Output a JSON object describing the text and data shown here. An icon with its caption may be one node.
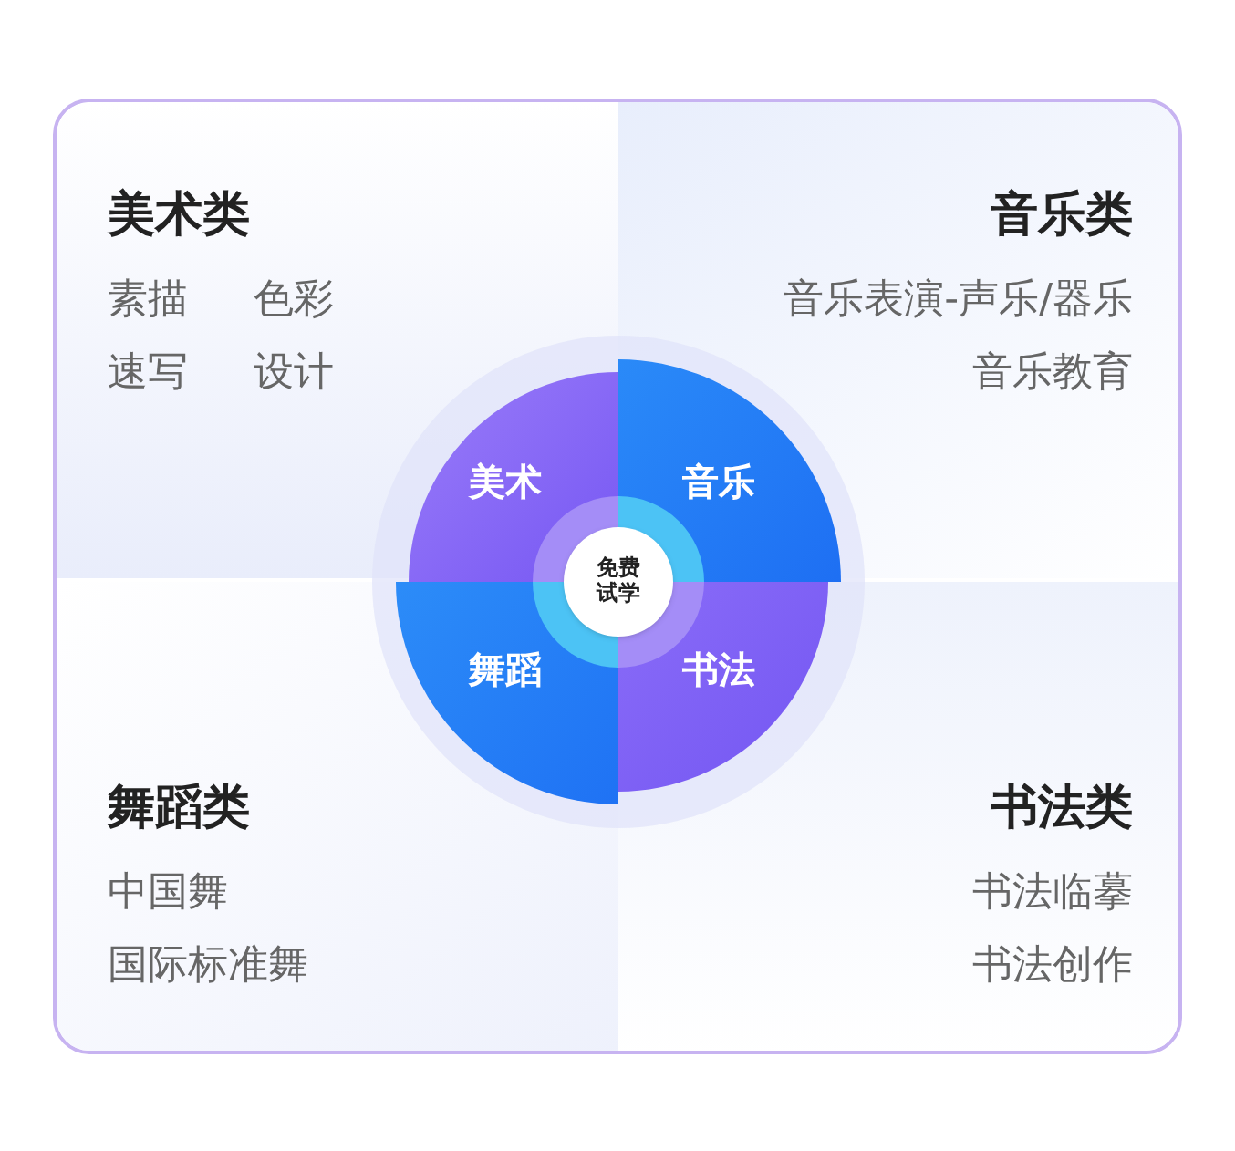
{
  "diagram": {
    "nodes": [
      {
        "text": [],
        "shape": "box"
      },
      {
        "text": [
          "美术类",
          "素描",
          "色彩",
          "速写",
          "设计"
        ],
        "in": 0
      },
      {
        "text": [
          "音乐类",
          "音乐表演-声乐/器乐",
          "音乐教育"
        ],
        "in": 0
      },
      {
        "text": [
          "舞蹈类",
          "中国舞",
          "国际标准舞"
        ],
        "in": 0
      },
      {
        "text": [
          "书法类",
          "书法临摹",
          "书法创作"
        ],
        "in": 0
      },
      {
        "text": [
          "美术"
        ],
        "in": 1
      },
      {
        "text": [
          "音乐"
        ],
        "in": 2
      },
      {
        "text": [
          "舞蹈"
        ],
        "in": 3
      },
      {
        "text": [
          "书法"
        ],
        "in": 4
      },
      {
        "text": [
          "免费试学"
        ],
        "in": 0
      }
    ]
  }
}
